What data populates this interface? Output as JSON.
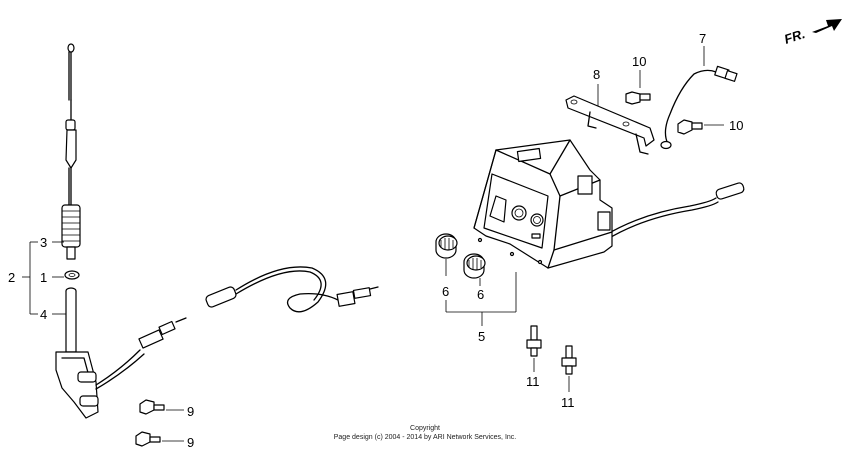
{
  "callouts": {
    "c1": "1",
    "c2": "2",
    "c3": "3",
    "c4": "4",
    "c5": "5",
    "c6a": "6",
    "c6b": "6",
    "c7": "7",
    "c8": "8",
    "c9a": "9",
    "c9b": "9",
    "c10a": "10",
    "c10b": "10",
    "c11a": "11",
    "c11b": "11"
  },
  "direction_label": "FR.",
  "copyright": {
    "line1": "Copyright",
    "line2": "Page design (c) 2004 - 2014 by ARI Network Services, Inc."
  }
}
